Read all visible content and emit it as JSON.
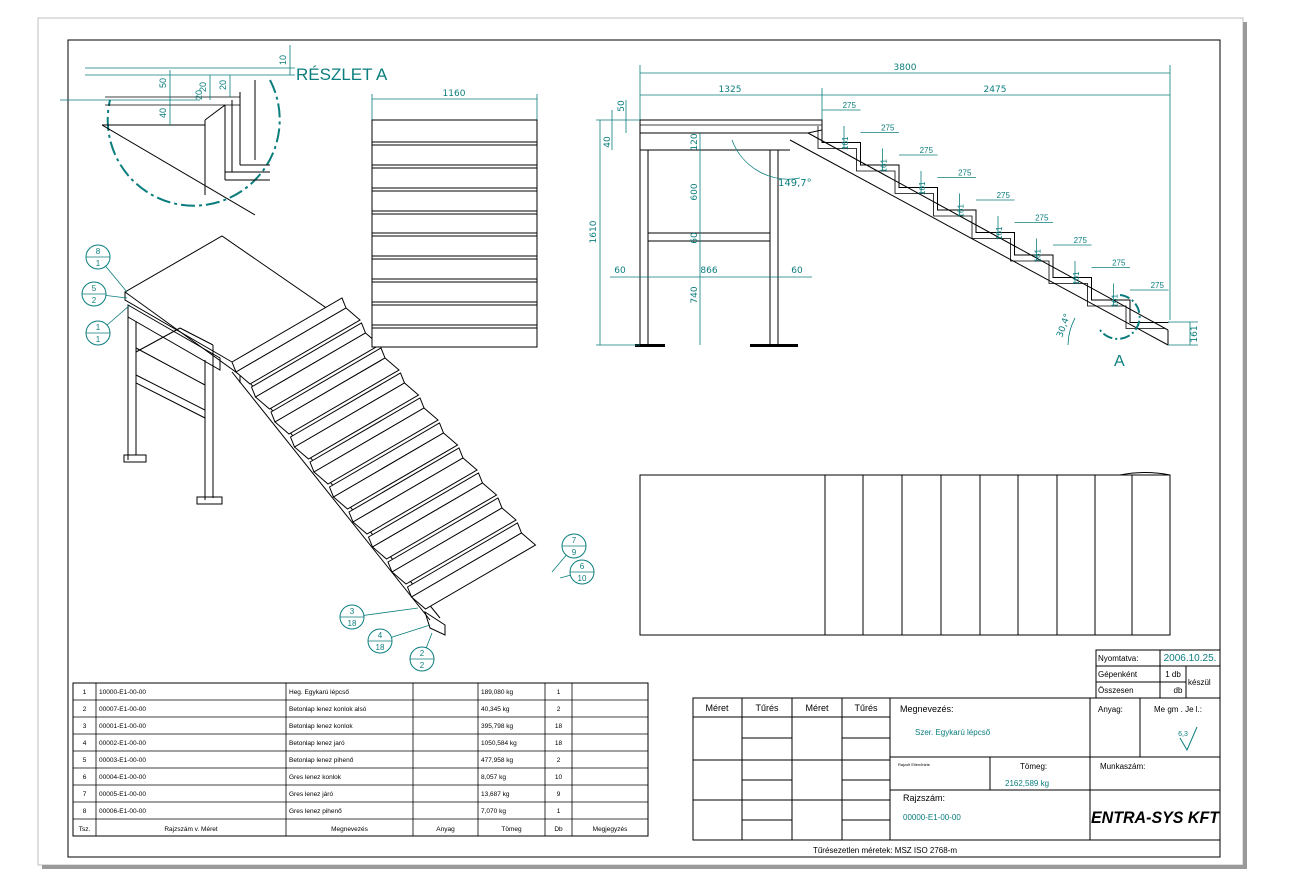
{
  "detail": {
    "title": "RÉSZLET A",
    "dims": [
      "10",
      "50",
      "20",
      "20",
      "20",
      "40"
    ]
  },
  "top_view": {
    "width": "1160"
  },
  "side_view": {
    "overall": "3800",
    "landing_len": "1325",
    "flight_len": "2475",
    "goings": [
      "275",
      "275",
      "275",
      "275",
      "275",
      "275",
      "275",
      "275",
      "275"
    ],
    "rises": [
      "161",
      "161",
      "161",
      "161",
      "161",
      "161",
      "161",
      "161"
    ],
    "height_total": "1610",
    "upper_dims": [
      "50",
      "40"
    ],
    "post_dims": [
      "120",
      "600",
      "60",
      "740"
    ],
    "bottom_dims": [
      "60",
      "866",
      "60"
    ],
    "angle_top": "149,7°",
    "angle_bottom": "30,4°",
    "bottom_rise": "161",
    "detail_label": "A"
  },
  "balloons": [
    {
      "top": "8",
      "bottom": "1"
    },
    {
      "top": "5",
      "bottom": "2"
    },
    {
      "top": "1",
      "bottom": "1"
    },
    {
      "top": "7",
      "bottom": "9"
    },
    {
      "top": "6",
      "bottom": "10"
    },
    {
      "top": "3",
      "bottom": "18"
    },
    {
      "top": "4",
      "bottom": "18"
    },
    {
      "top": "2",
      "bottom": "2"
    }
  ],
  "bom": {
    "headers": [
      "Tsz.",
      "Rajzszám v. Méret",
      "Megnevezés",
      "Anyag",
      "Tömeg",
      "Db",
      "Megjegyzés"
    ],
    "rows": [
      [
        "1",
        "10000-E1-00-00",
        "Heg. Egykarú lépcső",
        "",
        "189,080 kg",
        "1",
        ""
      ],
      [
        "2",
        "00007-E1-00-00",
        "Betonlap lenez konlok alsó",
        "",
        "40,345 kg",
        "2",
        ""
      ],
      [
        "3",
        "00001-E1-00-00",
        "Betonlap lenez konlok",
        "",
        "395,798 kg",
        "18",
        ""
      ],
      [
        "4",
        "00002-E1-00-00",
        "Betonlap lenez jaró",
        "",
        "1050,584 kg",
        "18",
        ""
      ],
      [
        "5",
        "00003-E1-00-00",
        "Betonlap lenez pihenő",
        "",
        "477,958 kg",
        "2",
        ""
      ],
      [
        "6",
        "00004-E1-00-00",
        "Gres lenez konlok",
        "",
        "8,057 kg",
        "10",
        ""
      ],
      [
        "7",
        "00005-E1-00-00",
        "Gres lenez járó",
        "",
        "13,687 kg",
        "9",
        ""
      ],
      [
        "8",
        "00006-E1-00-00",
        "Gres lenez pihenő",
        "",
        "7,070 kg",
        "1",
        ""
      ]
    ]
  },
  "title_block": {
    "nyomtatva_label": "Nyomtatva:",
    "nyomtatva_value": "2006.10.25.",
    "gepenkent_label": "Gépenként",
    "gepenkent_value": "1 db",
    "keszul_label": "készül",
    "osszesen_label": "Összesen",
    "osszesen_value": "db",
    "col_meret": "Méret",
    "col_tures": "Tűrés",
    "megnevezes_label": "Megnevezés:",
    "megnevezes_value": "Szer. Egykarú lépcső",
    "anyag_label": "Anyag:",
    "megjel_label": "Me gm . Je l.:",
    "roughness": "6,3",
    "rajzolt_label": "Rajzolt Ellenőrizte",
    "tomeg_label": "Tömeg:",
    "tomeg_value": "2162,589 kg",
    "munkaszam_label": "Munkaszám:",
    "rajzszam_label": "Rajzszám:",
    "rajzszam_value": "00000-E1-00-00",
    "company": "ENTRA-SYS KFT",
    "footer": "Tűrésezetlen méretek: MSZ ISO 2768-m"
  },
  "colors": {
    "ink": "#000000",
    "dim": "#0b7d7d"
  }
}
